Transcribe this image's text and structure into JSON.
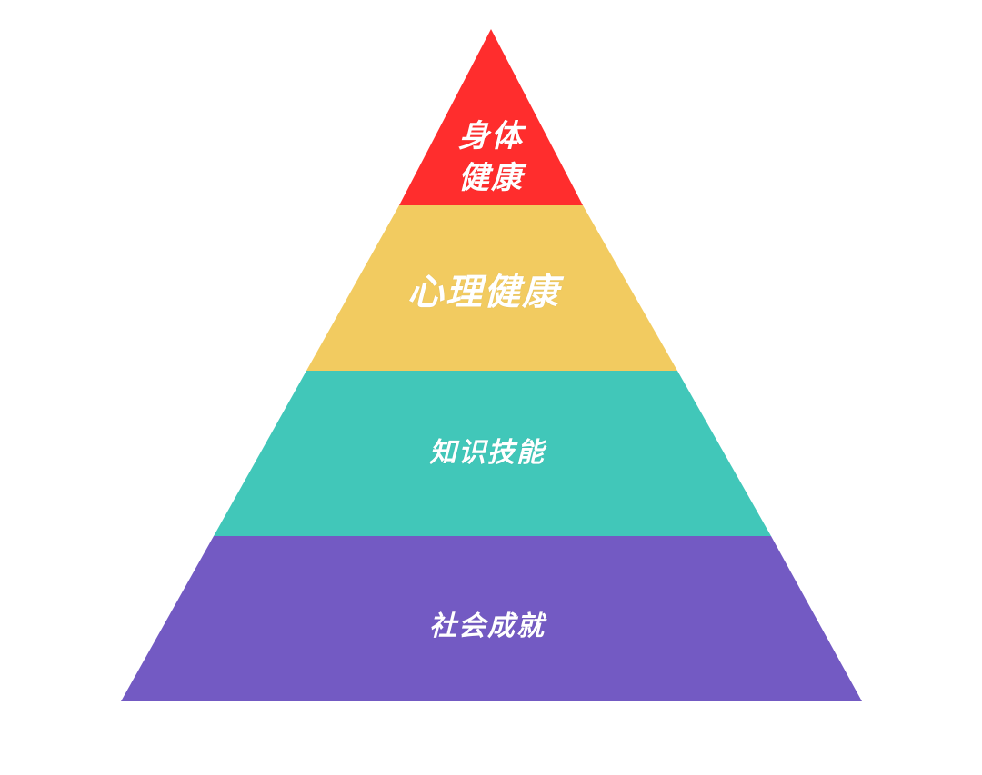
{
  "diagram": {
    "type": "pyramid",
    "tiers": [
      {
        "id": "physical",
        "lines": [
          "身体",
          "健康"
        ],
        "color": "#ff2d2d"
      },
      {
        "id": "mental",
        "lines": [
          "心理健康"
        ],
        "color": "#f2cb60"
      },
      {
        "id": "knowledge",
        "lines": [
          "知识技能"
        ],
        "color": "#41c7b9"
      },
      {
        "id": "social",
        "lines": [
          "社会成就"
        ],
        "color": "#735ac3"
      }
    ]
  }
}
